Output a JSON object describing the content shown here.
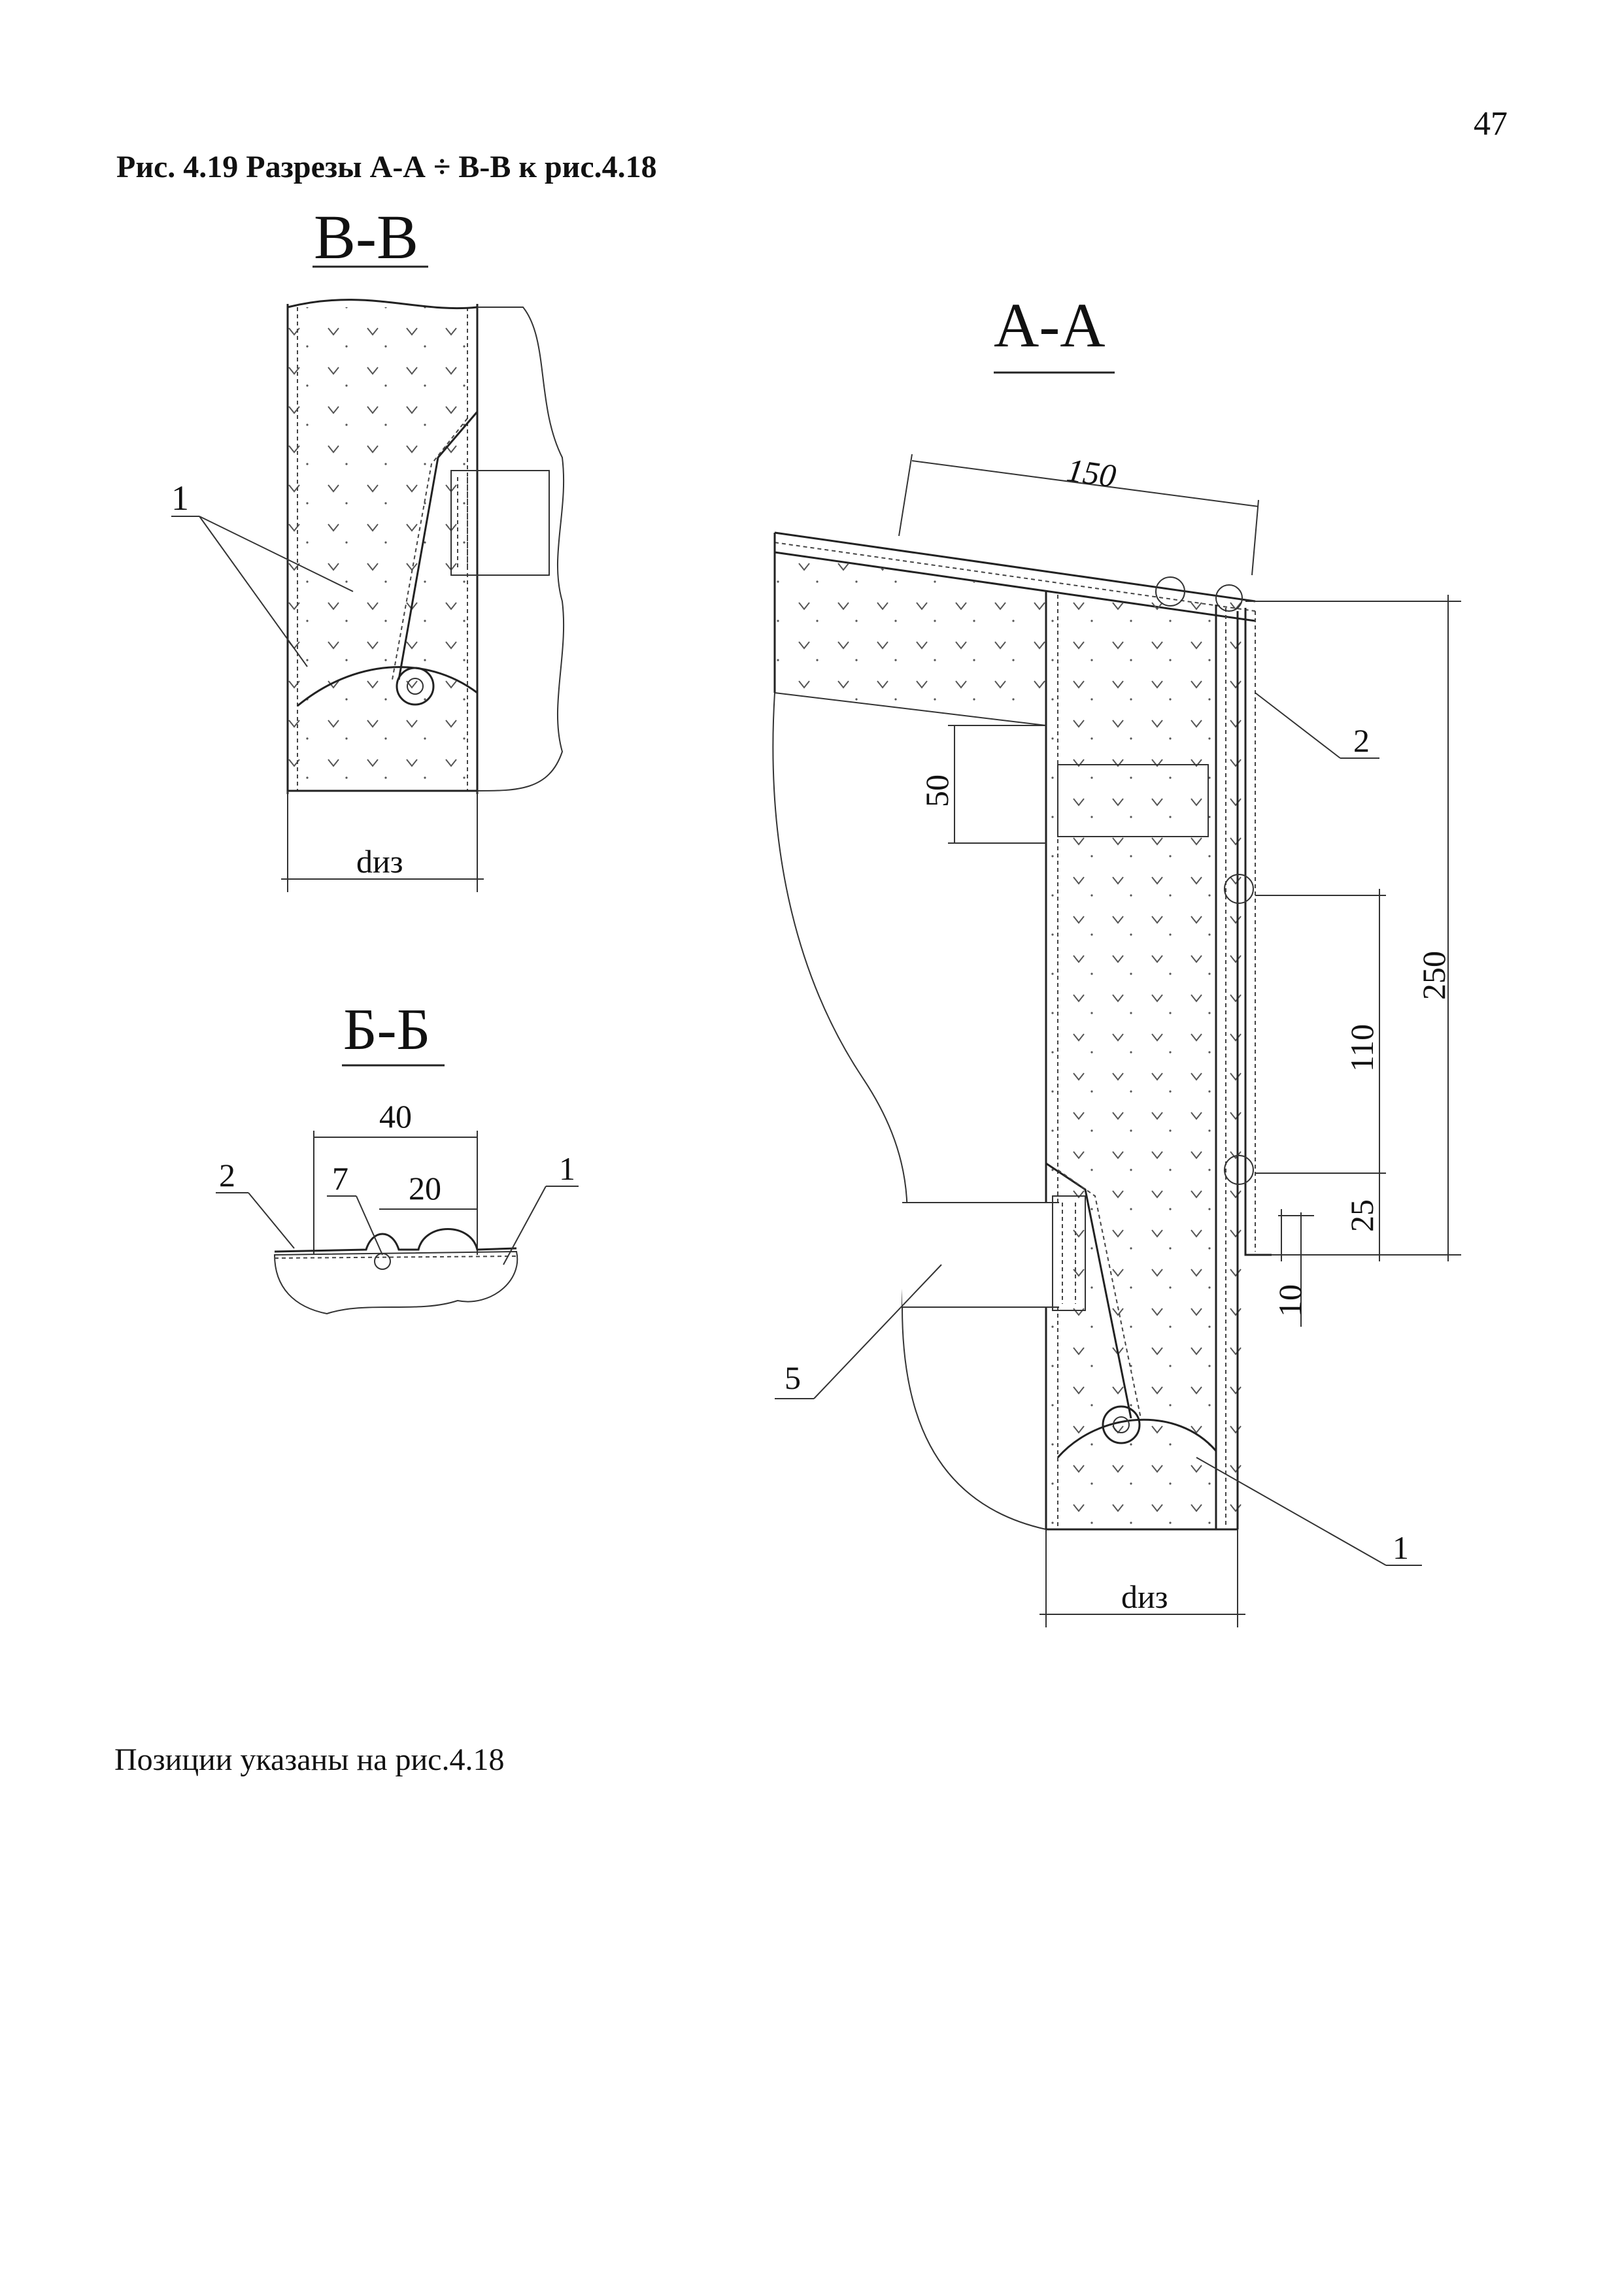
{
  "page": {
    "number": "47",
    "caption": "Рис. 4.19 Разрезы А-А ÷ В-В к рис.4.18",
    "footnote": "Позиции указаны на рис.4.18"
  },
  "sections": {
    "vv": {
      "title": "В-В",
      "callout_1": "1",
      "dim_diz": "dиз"
    },
    "bb": {
      "title": "Б-Б",
      "dim_40": "40",
      "dim_20": "20",
      "callout_2": "2",
      "callout_7": "7",
      "callout_1": "1"
    },
    "aa": {
      "title": "А-А",
      "dim_150": "150",
      "dim_50": "50",
      "dim_250": "250",
      "dim_110": "110",
      "dim_25": "25",
      "dim_10": "10",
      "dim_diz": "dиз",
      "callout_2": "2",
      "callout_5": "5",
      "callout_1": "1"
    }
  }
}
